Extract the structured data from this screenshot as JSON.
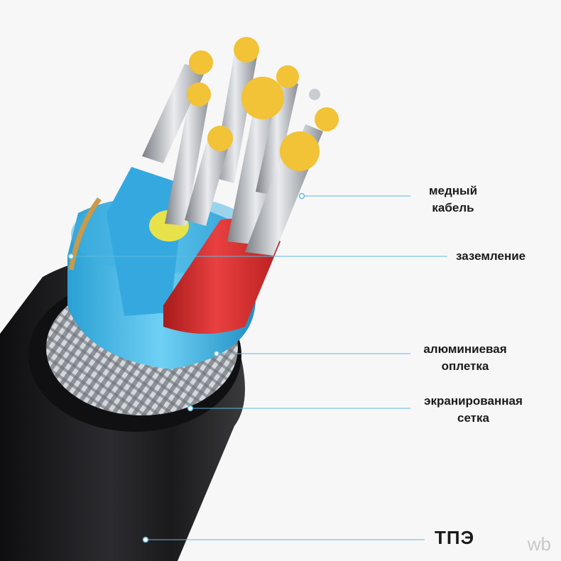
{
  "labels": {
    "copper": {
      "line1": "медный",
      "line2": "кабель"
    },
    "ground": "заземление",
    "aluminum": {
      "line1": "алюминиевая",
      "line2": "оплетка"
    },
    "mesh": {
      "line1": "экранированная",
      "line2": "сетка"
    },
    "tpe": "ТПЭ"
  },
  "watermark": "wb",
  "colors": {
    "jacket": "#1c1c1e",
    "shield_mesh": "#b9bdc3",
    "foil": "#49b6e6",
    "red_insulation": "#d92b2b",
    "yellow_insulation": "#e8e24a",
    "copper_strands": "#f2c237",
    "leader_line": "#5fb8dc"
  }
}
